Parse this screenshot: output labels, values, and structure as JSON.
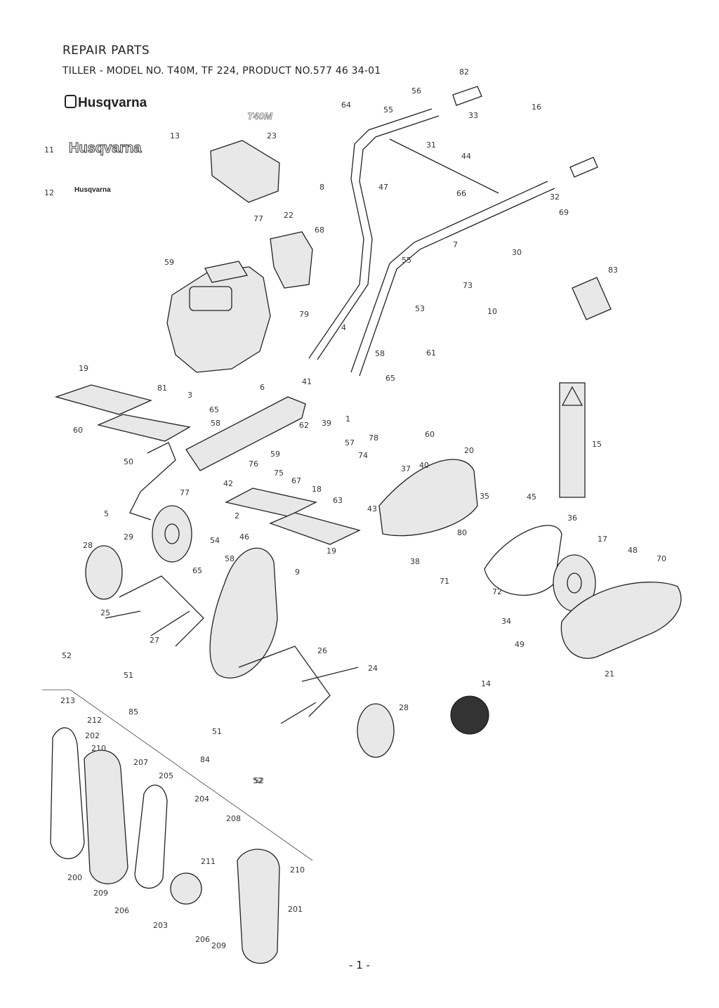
{
  "header": {
    "title": "REPAIR PARTS",
    "subtitle": "TILLER - MODEL NO. T40M, TF 224, PRODUCT NO.577 46 34-01"
  },
  "brand": {
    "logo_large": "Husqvarna",
    "logo_outline": "Husqvarna",
    "logo_small": "Husqvarna",
    "decal_text": "T40M"
  },
  "footer": {
    "page_number": "- 1 -"
  },
  "parts_labels": [
    "1",
    "2",
    "3",
    "4",
    "5",
    "6",
    "7",
    "8",
    "9",
    "10",
    "11",
    "12",
    "13",
    "14",
    "15",
    "16",
    "17",
    "18",
    "19",
    "19",
    "20",
    "21",
    "22",
    "23",
    "24",
    "25",
    "26",
    "27",
    "28",
    "28",
    "29",
    "30",
    "31",
    "32",
    "33",
    "34",
    "35",
    "36",
    "37",
    "38",
    "39",
    "40",
    "41",
    "42",
    "43",
    "44",
    "45",
    "46",
    "47",
    "48",
    "49",
    "50",
    "51",
    "51",
    "52",
    "52",
    "52",
    "53",
    "54",
    "55",
    "55",
    "56",
    "57",
    "58",
    "58",
    "58",
    "59",
    "59",
    "60",
    "60",
    "61",
    "62",
    "63",
    "64",
    "65",
    "65",
    "65",
    "66",
    "67",
    "68",
    "69",
    "70",
    "71",
    "72",
    "73",
    "74",
    "75",
    "76",
    "77",
    "77",
    "78",
    "79",
    "80",
    "81",
    "82",
    "83",
    "84",
    "85",
    "200",
    "201",
    "202",
    "203",
    "204",
    "205",
    "206",
    "206",
    "207",
    "208",
    "209",
    "209",
    "210",
    "210",
    "211",
    "212",
    "213"
  ]
}
